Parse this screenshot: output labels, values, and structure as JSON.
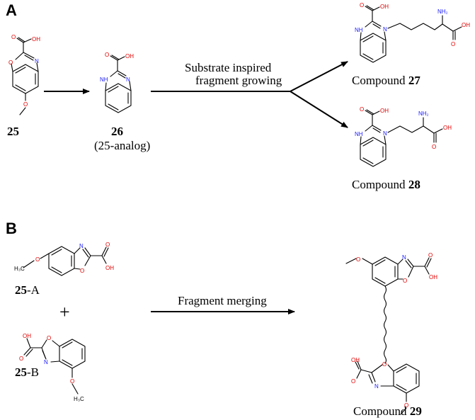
{
  "panels": {
    "a": "A",
    "b": "B"
  },
  "panel_a": {
    "label_25": "25",
    "label_26": "26",
    "label_26_analog": "(25-analog)",
    "arrow_text_line1": "Substrate inspired",
    "arrow_text_line2": "fragment growing",
    "compound_27_prefix": "Compound ",
    "compound_27_num": "27",
    "compound_28_prefix": "Compound ",
    "compound_28_num": "28"
  },
  "panel_b": {
    "label_25a_num": "25",
    "label_25a_suffix": "-A",
    "label_25b_num": "25",
    "label_25b_suffix": "-B",
    "plus": "+",
    "arrow_text": "Fragment merging",
    "compound_29_prefix": "Compound ",
    "compound_29_num": "29"
  },
  "atoms": {
    "oh": "OH",
    "o": "O",
    "n": "N",
    "nh": "NH",
    "nh2": "NH₂",
    "h3c": "H₃C"
  },
  "colors": {
    "oxygen": "#e00000",
    "nitrogen": "#1a1aff",
    "bond": "#000000"
  }
}
